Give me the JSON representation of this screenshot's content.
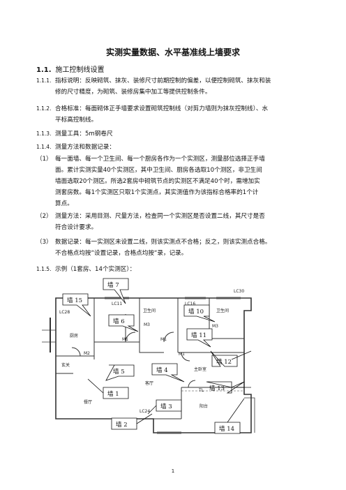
{
  "title": "实测实量数据、水平基准线上墙要求",
  "section": {
    "number": "1.1.",
    "heading": "施工控制线设置"
  },
  "items": [
    {
      "num": "1.1.1.",
      "line1": "指标说明：反映砌筑、抹灰、装修尺寸前期控制的偏差，以便控制砌筑、抹灰和装",
      "line2": "修的尺寸精度，为砌筑、装修房集中加工等提供控制条件。"
    },
    {
      "num": "1.1.2.",
      "line1": "合格标准：每面砌体正手墙要求设置砌筑控制线（对剪力墙则为抹灰控制线）、水",
      "line2": "平标高控制线。"
    },
    {
      "num": "1.1.3.",
      "line1": "测量工具：5m钢卷尺",
      "line2": ""
    },
    {
      "num": "1.1.4.",
      "line1": "测量方法和数据记录：",
      "line2": ""
    }
  ],
  "paragraphs": [
    {
      "num": "（1）",
      "lines": [
        "每一面墙、每一个卫生间、每一个厨房各作为一个实测区，测量部位选择正手墙",
        "面。累计实测实量40个实测区，其中卫生间、厨房各选取10个测区，非卫生间",
        "墙面选取20个测区。所选2套房中砌筑节点的实测区不满足40个时，需增加实",
        "测套房数。每1个实测区只取1个实测点，其实测值作为该指标合格率的1个计",
        "算点。"
      ]
    },
    {
      "num": "（2）",
      "lines": [
        "测量方法：采用目测、尺量方法，检查同一个实测区是否设置二线，其尺寸是否",
        "符合设计要求。"
      ]
    },
    {
      "num": "（3）",
      "lines": [
        "数据记录：每一实测区未设置二线，则该实测点不合格；反之，则该实测点合格。",
        "不合格点均按“设置记录，合格点均按“录，记录。"
      ]
    }
  ],
  "example": {
    "num": "1.1.5.",
    "text": "示例（1套房、14个实测区）："
  },
  "plan": {
    "rooms": {
      "lc11": "LC11",
      "lc16": "LC16",
      "lc30": "LC30",
      "lc28": "LC28",
      "lc24": "LC24",
      "weisheng1": "卫生间",
      "weisheng2": "卫生间",
      "kitchen": "厨房",
      "entrance": "玄关",
      "dining": "餐厅",
      "living": "客厅",
      "master": "主卧室",
      "balcony": "阳台",
      "m1a": "M1",
      "m1b": "M1",
      "m1c": "M1",
      "m2": "M2",
      "m3a": "M3",
      "m3b": "M3",
      "tl": "TL"
    },
    "walls": [
      "墙 7",
      "墙 15",
      "墙 6",
      "墙 10",
      "墙 11",
      "墙 12",
      "墙 5",
      "墙 4",
      "墙 13",
      "墙 1",
      "墙 3",
      "墙 2",
      "墙 14"
    ]
  },
  "page_number": "1"
}
